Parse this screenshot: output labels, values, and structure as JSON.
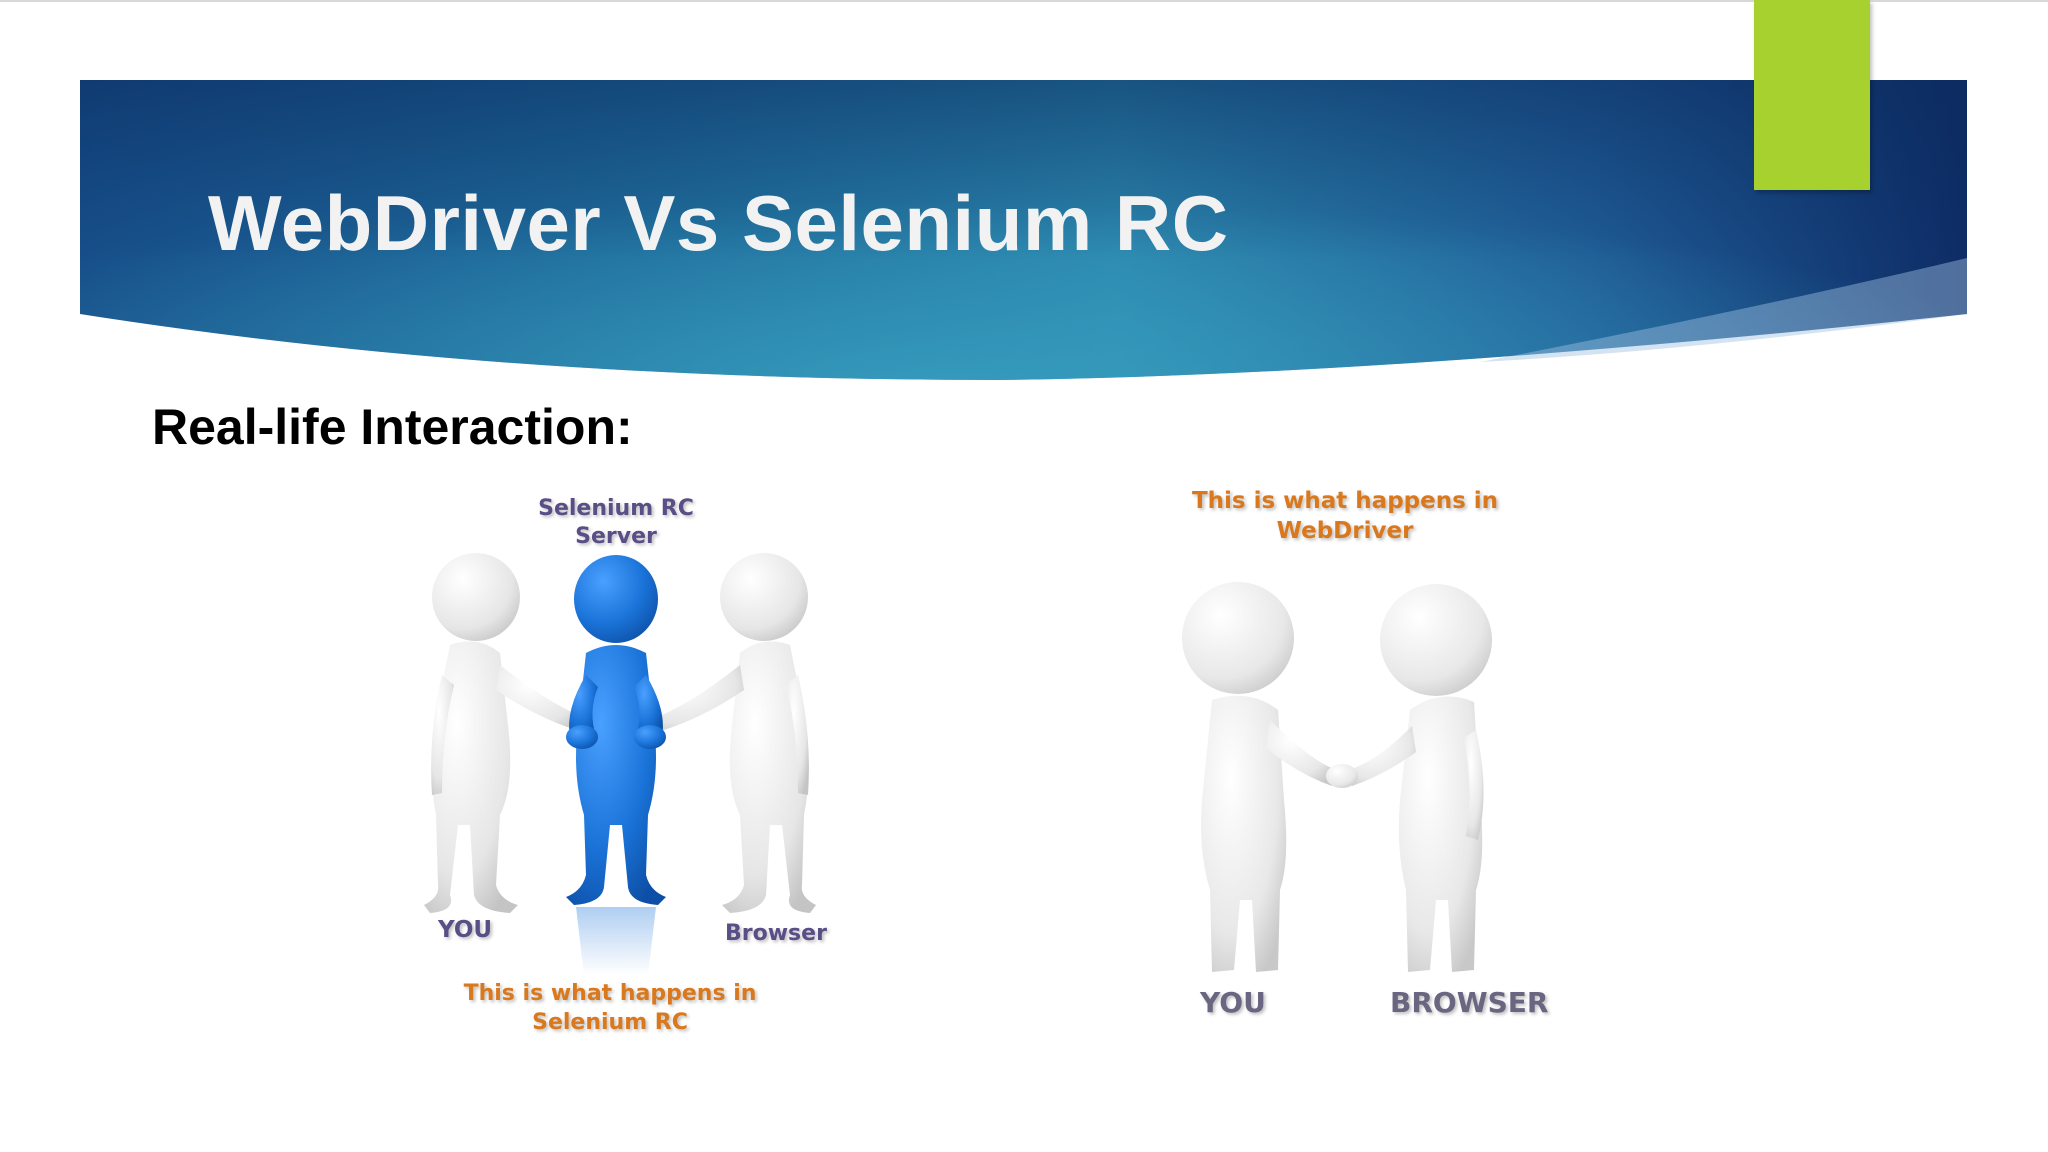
{
  "slide": {
    "title": "WebDriver Vs Selenium RC",
    "subtitle": "Real-life Interaction:",
    "colors": {
      "banner_dark": "#0d2c64",
      "banner_mid": "#2c8aae",
      "accent": "#a7d12f",
      "figure_blue": "#1a73d8"
    }
  },
  "rc_panel": {
    "server_label_line1": "Selenium RC",
    "server_label_line2": "Server",
    "you_label": "YOU",
    "browser_label": "Browser",
    "caption_line1": "This is what happens in",
    "caption_line2": "Selenium RC"
  },
  "wd_panel": {
    "caption_line1": "This is what happens in",
    "caption_line2": "WebDriver",
    "you_label": "YOU",
    "browser_label": "BROWSER"
  }
}
